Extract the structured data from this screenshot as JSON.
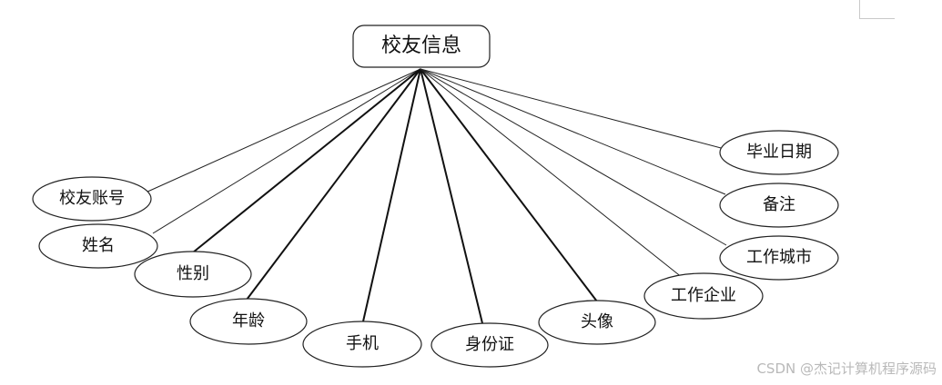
{
  "diagram": {
    "root": {
      "label": "校友信息"
    },
    "attributes": [
      {
        "id": "account",
        "label": "校友账号"
      },
      {
        "id": "name",
        "label": "姓名"
      },
      {
        "id": "gender",
        "label": "性别"
      },
      {
        "id": "age",
        "label": "年龄"
      },
      {
        "id": "phone",
        "label": "手机"
      },
      {
        "id": "id-card",
        "label": "身份证"
      },
      {
        "id": "avatar",
        "label": "头像"
      },
      {
        "id": "company",
        "label": "工作企业"
      },
      {
        "id": "city",
        "label": "工作城市"
      },
      {
        "id": "remark",
        "label": "备注"
      },
      {
        "id": "grad-date",
        "label": "毕业日期"
      }
    ]
  },
  "watermark": "CSDN @杰记计算机程序源码"
}
